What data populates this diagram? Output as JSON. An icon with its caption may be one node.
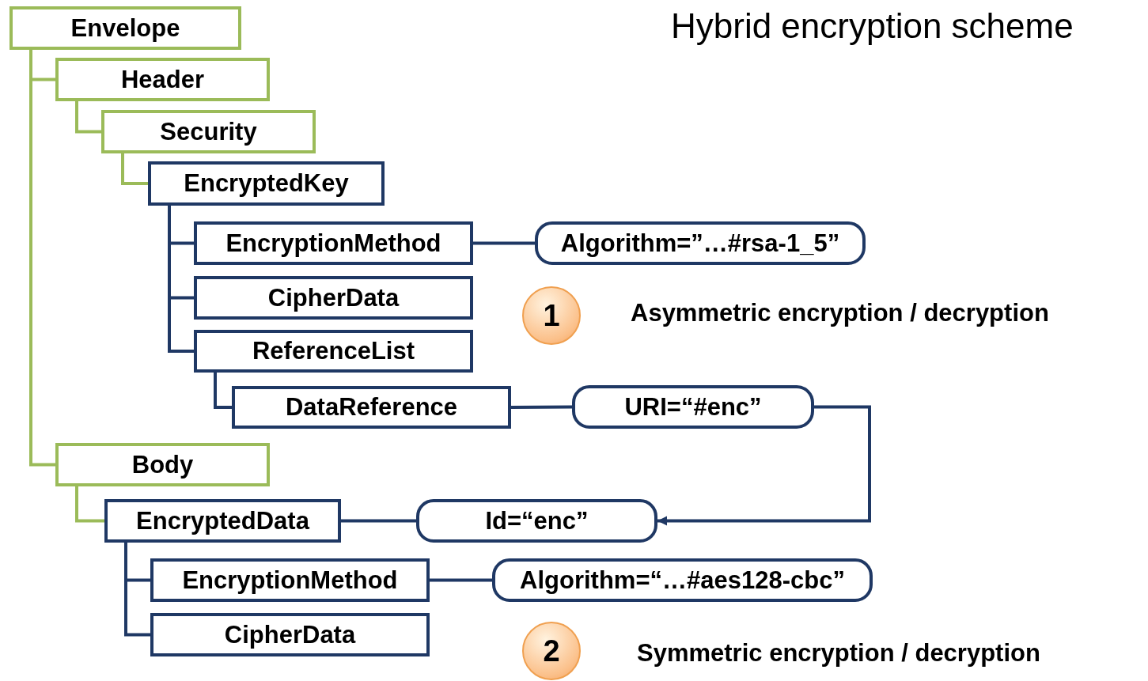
{
  "diagram": {
    "title": "Hybrid encryption scheme",
    "nodes": [
      {
        "text": [
          "Envelope"
        ]
      },
      {
        "text": [
          "Header"
        ]
      },
      {
        "text": [
          "Security"
        ]
      },
      {
        "text": [
          "EncryptedKey"
        ]
      },
      {
        "text": [
          "EncryptionMethod"
        ]
      },
      {
        "text": [
          "Algorithm=”…#rsa-1_5”"
        ]
      },
      {
        "text": [
          "CipherData"
        ]
      },
      {
        "text": [
          "ReferenceList"
        ]
      },
      {
        "text": [
          "DataReference"
        ]
      },
      {
        "text": [
          "URI=“#enc”"
        ]
      },
      {
        "text": [
          "Body"
        ]
      },
      {
        "text": [
          "EncryptedData"
        ]
      },
      {
        "text": [
          "Id=“enc”"
        ]
      },
      {
        "text": [
          "EncryptionMethod"
        ]
      },
      {
        "text": [
          "Algorithm=“…#aes128-cbc”"
        ]
      },
      {
        "text": [
          "CipherData"
        ]
      },
      {
        "text": [
          "1"
        ],
        "beside": [
          "Asymmetric encryption / decryption"
        ]
      },
      {
        "text": [
          "2"
        ],
        "beside": [
          "Symmetric encryption / decryption"
        ]
      }
    ],
    "edges": [
      {
        "from": 0,
        "to": 1,
        "arrow": "none",
        "color": "#9bbb59"
      },
      {
        "from": 1,
        "to": 2,
        "arrow": "none",
        "color": "#9bbb59"
      },
      {
        "from": 2,
        "to": 3,
        "arrow": "none",
        "color": "#9bbb59"
      },
      {
        "from": 3,
        "to": 4,
        "arrow": "none"
      },
      {
        "from": 4,
        "to": 5,
        "arrow": "none"
      },
      {
        "from": 3,
        "to": 6,
        "arrow": "none"
      },
      {
        "from": 3,
        "to": 7,
        "arrow": "none"
      },
      {
        "from": 7,
        "to": 8,
        "arrow": "none"
      },
      {
        "from": 8,
        "to": 9,
        "arrow": "none"
      },
      {
        "from": 9,
        "to": 12,
        "arrow": "to"
      },
      {
        "from": 0,
        "to": 10,
        "arrow": "none",
        "color": "#9bbb59"
      },
      {
        "from": 10,
        "to": 11,
        "arrow": "none",
        "color": "#9bbb59"
      },
      {
        "from": 11,
        "to": 12,
        "arrow": "none"
      },
      {
        "from": 11,
        "to": 13,
        "arrow": "none"
      },
      {
        "from": 13,
        "to": 14,
        "arrow": "none"
      },
      {
        "from": 11,
        "to": 15,
        "arrow": "none"
      }
    ]
  }
}
